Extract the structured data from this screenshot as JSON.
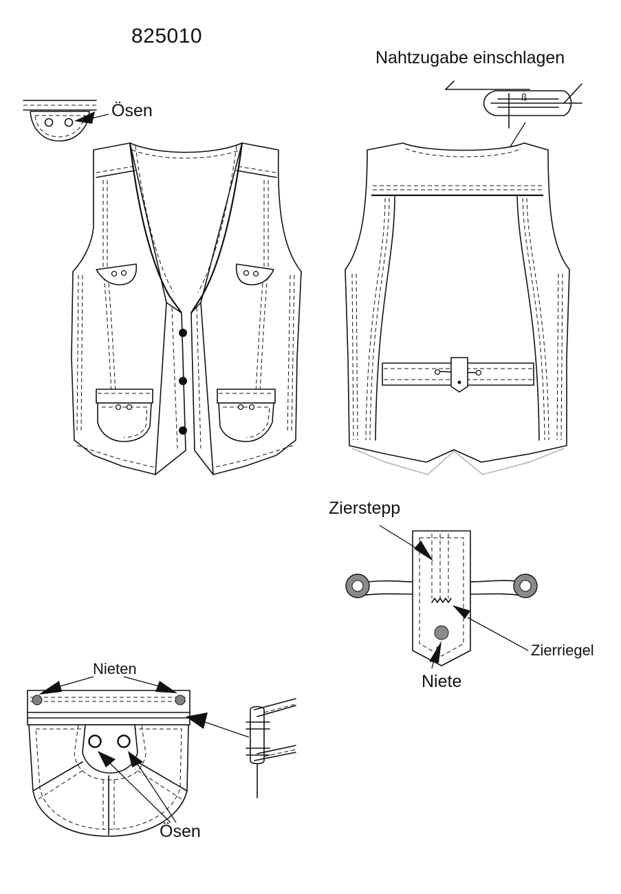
{
  "drawing": {
    "article_number": "825010",
    "labels": {
      "oesen_top": "Ösen",
      "nahtzugabe": "Nahtzugabe einschlagen",
      "zierstepp": "Zierstepp",
      "zierriegel": "Zierriegel",
      "niete": "Niete",
      "nieten": "Nieten",
      "oesen_bottom": "Ösen"
    }
  }
}
